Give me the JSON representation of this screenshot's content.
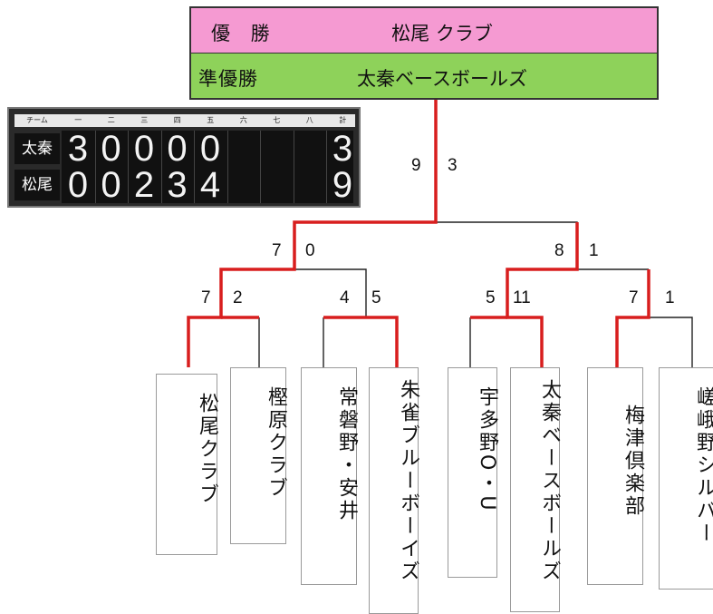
{
  "results": {
    "champion_label": "優 勝",
    "champion_team": "松尾 クラブ",
    "runner_up_label": "準優勝",
    "runner_up_team": "太秦ベースボールズ"
  },
  "scoreboard": {
    "header_cells": [
      "チーム",
      "一",
      "二",
      "三",
      "四",
      "五",
      "六",
      "七",
      "八",
      "計"
    ],
    "rows": [
      {
        "team": "太秦",
        "innings": [
          "3",
          "0",
          "0",
          "0",
          "0"
        ],
        "total": "3"
      },
      {
        "team": "松尾",
        "innings": [
          "0",
          "0",
          "2",
          "3",
          "4"
        ],
        "total": "9"
      }
    ]
  },
  "bracket": {
    "final_scores": {
      "left": "9",
      "right": "3"
    },
    "semi_scores": [
      {
        "left": "7",
        "right": "0"
      },
      {
        "left": "8",
        "right": "1"
      }
    ],
    "quarter_scores": [
      {
        "left": "7",
        "right": "2"
      },
      {
        "left": "4",
        "right": "5"
      },
      {
        "left": "5",
        "right": "11"
      },
      {
        "left": "7",
        "right": "1"
      }
    ],
    "teams": [
      "松尾クラブ",
      "樫原クラブ",
      "常磐野・安井",
      "朱雀ブルーボーイズ",
      "宇多野O・U",
      "太秦ベースボールズ",
      "梅津倶楽部",
      "嵯峨野シルバー"
    ],
    "win_color": "#d81e1e",
    "line_color": "#222222"
  }
}
